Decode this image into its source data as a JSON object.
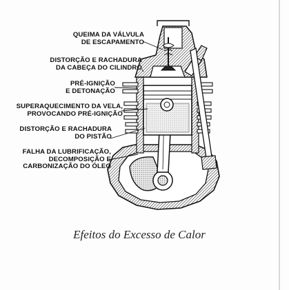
{
  "labels": [
    {
      "id": "valve",
      "lines": [
        "QUEIMA DA VÁLVULA",
        "DE ESCAPAMENTO"
      ]
    },
    {
      "id": "head",
      "lines": [
        "DISTORÇÃO E RACHADURA",
        "DA CABEÇA DO CILINDRO"
      ]
    },
    {
      "id": "preignition",
      "lines": [
        "PRÉ-IGNIÇÃO",
        "E DETONAÇÃO"
      ]
    },
    {
      "id": "spark",
      "lines": [
        "SUPERAQUECIMENTO DA VELA,",
        "PROVOCANDO PRÉ-IGNIÇÃO"
      ]
    },
    {
      "id": "piston",
      "lines": [
        "DISTORÇÃO E RACHADURA",
        "DO PISTÃO"
      ]
    },
    {
      "id": "lube",
      "lines": [
        "FALHA DA LUBRIFICAÇÃO,",
        "DECOMPOSIÇÃO E",
        "CARBONIZAÇÃO DO ÓLEO"
      ]
    }
  ],
  "caption": "Efeitos do Excesso de Calor"
}
